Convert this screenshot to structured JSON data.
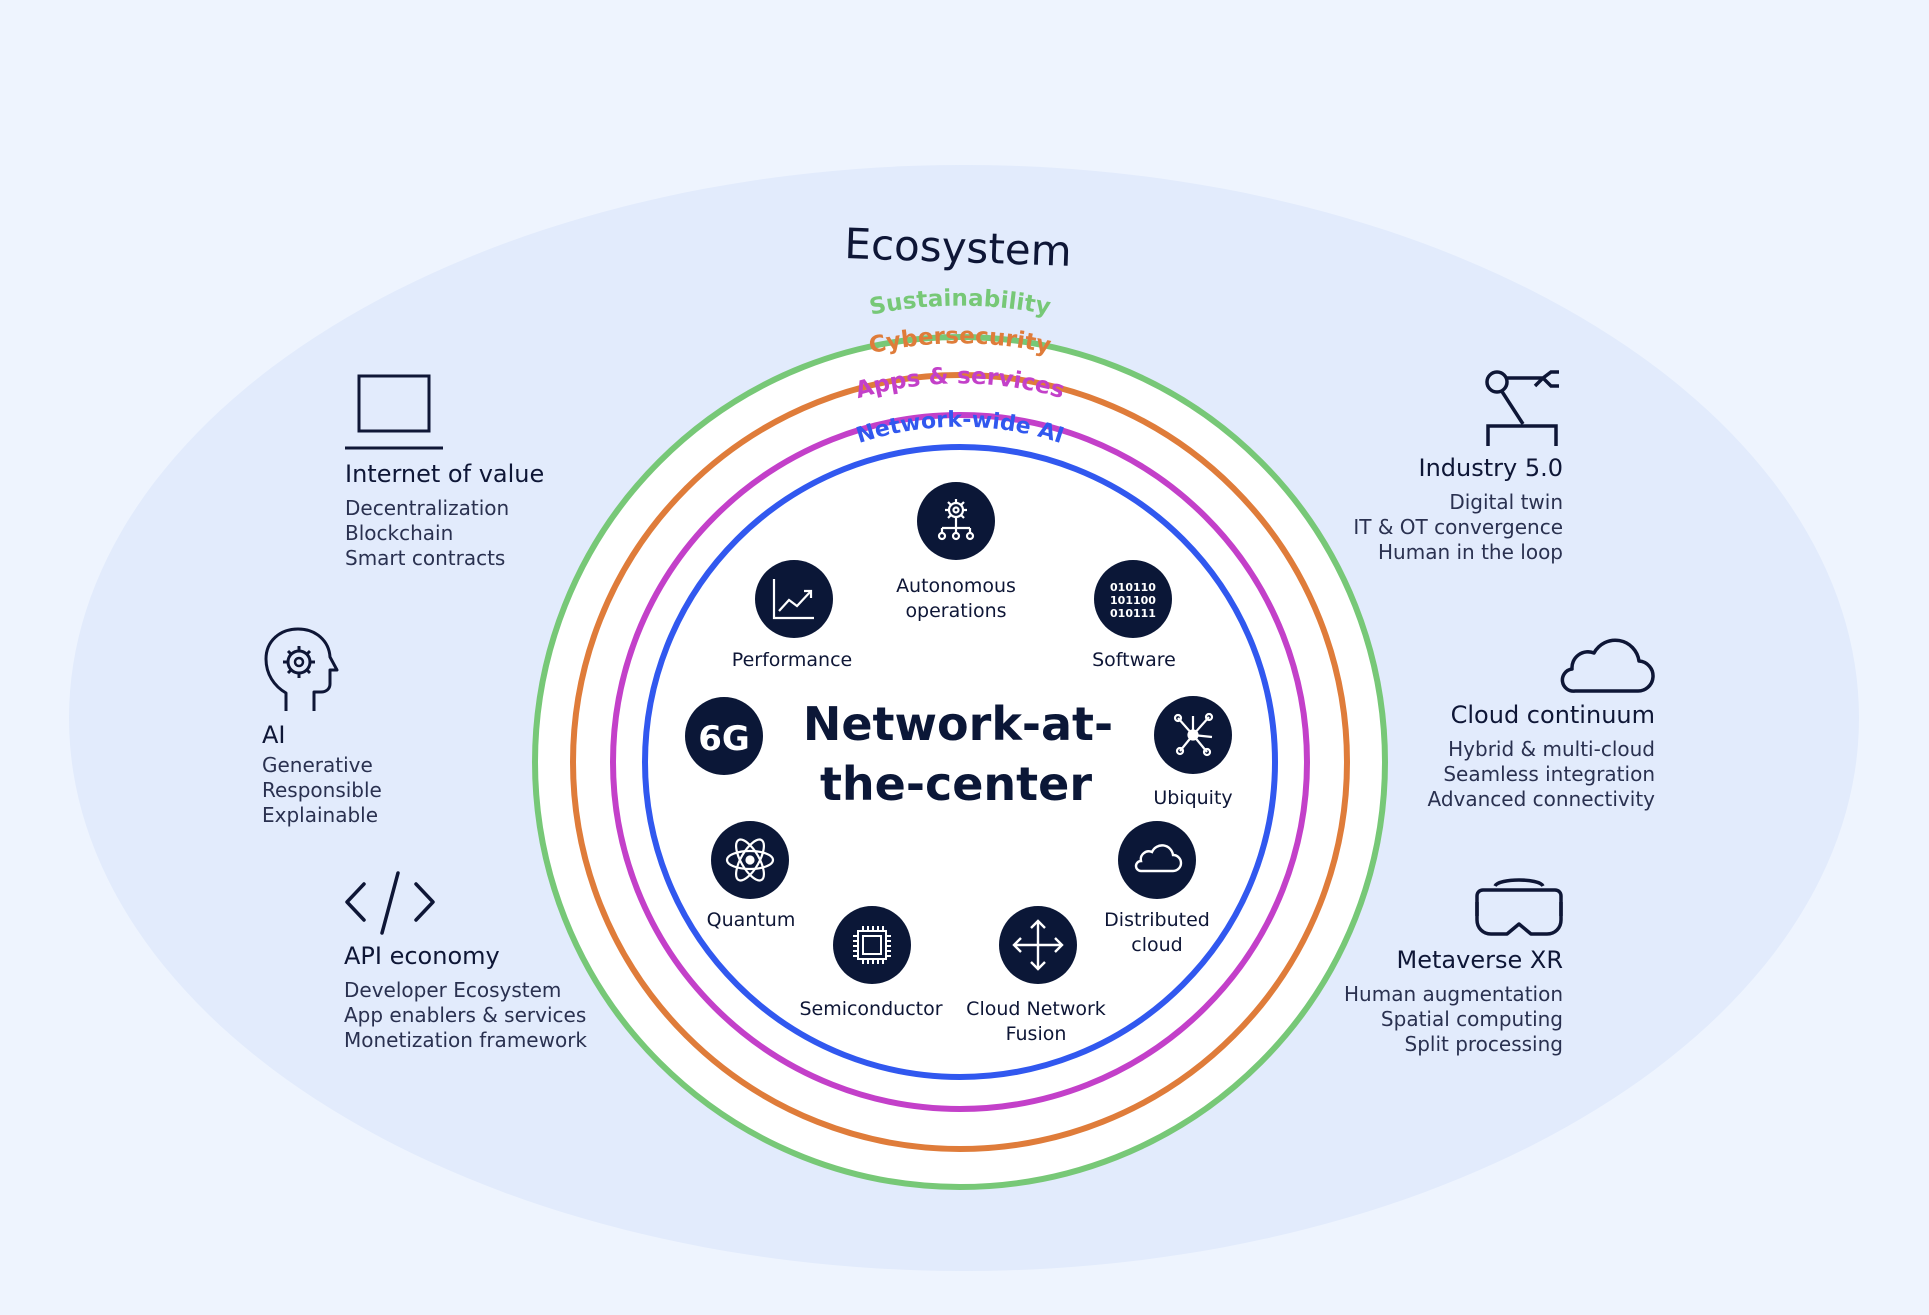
{
  "colors": {
    "background": "#eef4fe",
    "ellipse": "#e2ebfc",
    "navy": "#0b1737",
    "sustainability": "#77c877",
    "cybersecurity": "#df7c3a",
    "apps": "#c340c9",
    "network_ai": "#3158ef"
  },
  "ecosystem_label": "Ecosystem",
  "rings": [
    {
      "label": "Sustainability",
      "color": "#77c877"
    },
    {
      "label": "Cybersecurity",
      "color": "#df7c3a"
    },
    {
      "label": "Apps & services",
      "color": "#c340c9"
    },
    {
      "label": "Network-wide AI",
      "color": "#3158ef"
    }
  ],
  "center": {
    "line1": "Network-at-",
    "line2": "the-center"
  },
  "core_items": [
    {
      "icon": "autonomous-operations-icon",
      "label": [
        "Autonomous",
        "operations"
      ]
    },
    {
      "icon": "binary-code-icon",
      "label": [
        "Software"
      ]
    },
    {
      "icon": "network-hub-icon",
      "label": [
        "Ubiquity"
      ]
    },
    {
      "icon": "cloud-icon",
      "label": [
        "Distributed",
        "cloud"
      ]
    },
    {
      "icon": "arrows-cross-icon",
      "label": [
        "Cloud Network",
        "Fusion"
      ]
    },
    {
      "icon": "chip-icon",
      "label": [
        "Semiconductor"
      ]
    },
    {
      "icon": "atom-icon",
      "label": [
        "Quantum"
      ]
    },
    {
      "icon": "6g-icon",
      "label": [],
      "text": "6G"
    },
    {
      "icon": "line-chart-icon",
      "label": [
        "Performance"
      ]
    }
  ],
  "left_items": [
    {
      "icon": "laptop-icon",
      "title": "Internet of value",
      "subs": [
        "Decentralization",
        "Blockchain",
        "Smart contracts"
      ]
    },
    {
      "icon": "ai-head-icon",
      "title": "AI",
      "subs": [
        "Generative",
        "Responsible",
        "Explainable"
      ]
    },
    {
      "icon": "code-icon",
      "title": "API economy",
      "subs": [
        "Developer Ecosystem",
        "App enablers & services",
        "Monetization framework"
      ]
    }
  ],
  "right_items": [
    {
      "icon": "robot-arm-icon",
      "title": "Industry 5.0",
      "subs": [
        "Digital twin",
        "IT & OT convergence",
        "Human in the loop"
      ]
    },
    {
      "icon": "cloud-outline-icon",
      "title": "Cloud continuum",
      "subs": [
        "Hybrid & multi-cloud",
        "Seamless integration",
        "Advanced connectivity"
      ]
    },
    {
      "icon": "vr-headset-icon",
      "title": "Metaverse XR",
      "subs": [
        "Human augmentation",
        "Spatial computing",
        "Split processing"
      ]
    }
  ]
}
